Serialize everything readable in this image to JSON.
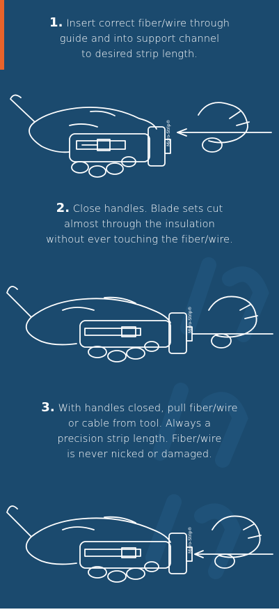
{
  "colors": {
    "background": "#1b4a6e",
    "accent": "#e8632b",
    "line": "#ffffff"
  },
  "steps": [
    {
      "number": "1.",
      "text": "Insert correct fiber/wire through guide and into support channel to desired strip length.",
      "lines": [
        "Insert correct fiber/wire through",
        "guide and into support channel",
        "to desired strip length."
      ]
    },
    {
      "number": "2.",
      "text": "Close handles. Blade sets cut almost through the insulation without ever touching the fiber/wire.",
      "lines": [
        "Close handles. Blade sets cut",
        "almost through the insulation",
        "without ever touching the fiber/wire."
      ]
    },
    {
      "number": "3.",
      "text": "With handles closed, pull fiber/wire or cable from tool. Always a precision strip length. Fiber/wire is never nicked or damaged.",
      "lines": [
        "With handles closed, pull fiber/wire",
        "or cable from tool. Always a",
        "precision strip length. Fiber/wire",
        "is never nicked or damaged."
      ]
    }
  ],
  "tool_label": "Micro-Strip®"
}
